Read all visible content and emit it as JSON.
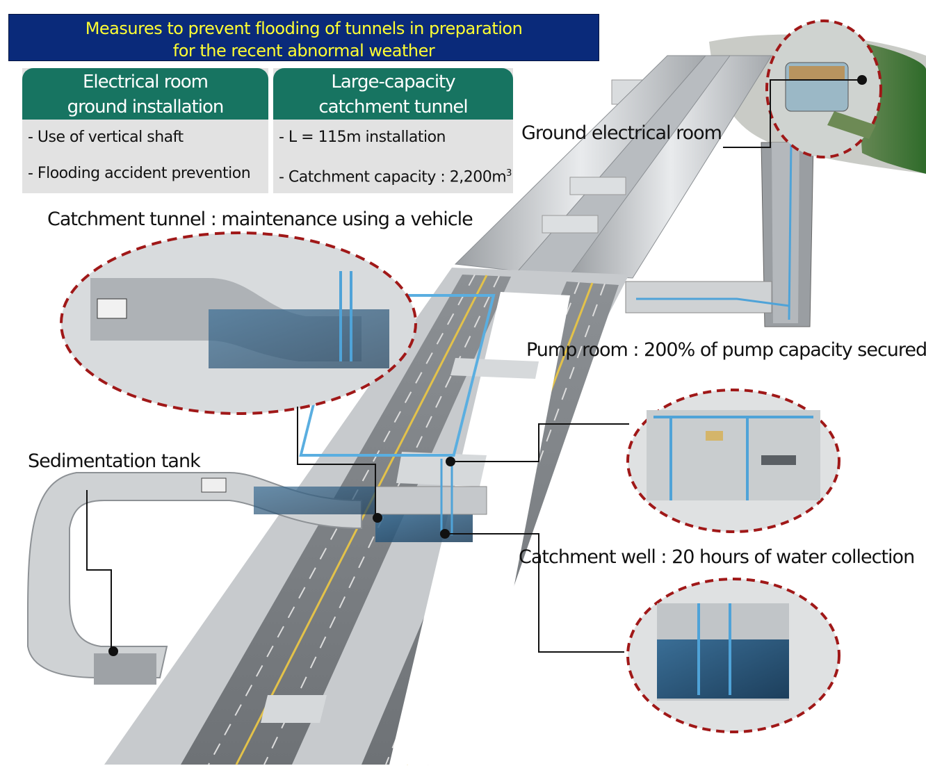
{
  "banner": {
    "line1": "Measures to prevent flooding of tunnels in preparation",
    "line2": "for the recent abnormal weather"
  },
  "panels": [
    {
      "title_line1": "Electrical room",
      "title_line2": "ground installation",
      "items": [
        "- Use of vertical shaft",
        "- Flooding accident prevention"
      ]
    },
    {
      "title_line1": "Large-capacity",
      "title_line2": "catchment tunnel",
      "items": [
        "- L = 115m installation",
        "- Catchment capacity : 2,200m"
      ],
      "capacity_unit_sup": "3"
    }
  ],
  "labels": {
    "ground_electrical_room": "Ground electrical room",
    "catchment_tunnel": "Catchment tunnel : maintenance using a vehicle",
    "pump_room": "Pump room : 200% of pump capacity secured",
    "sedimentation_tank": "Sedimentation tank",
    "catchment_well": "Catchment well : 20 hours of water collection"
  },
  "colors": {
    "banner_bg": "#0a2a7a",
    "banner_text": "#ffff33",
    "panel_header": "#177461",
    "callout_dash": "#a01818",
    "water": "#4fa3d8"
  }
}
